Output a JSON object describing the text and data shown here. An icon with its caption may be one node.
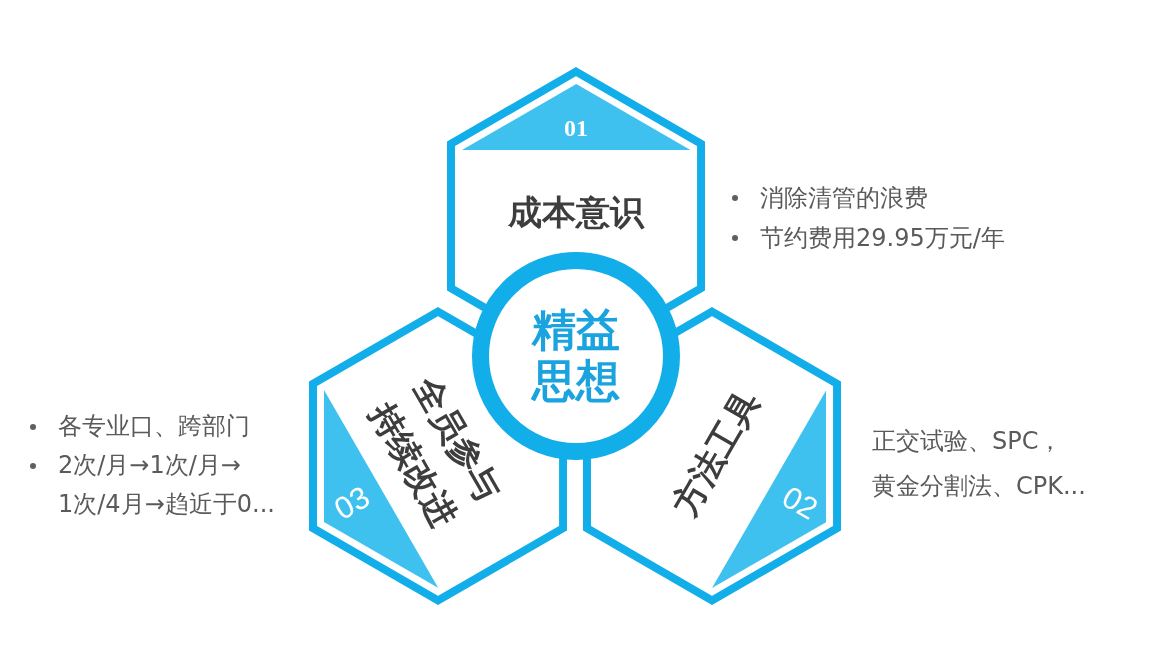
{
  "diagram": {
    "nodes": [
      {
        "text": [
          "成本意识"
        ],
        "beside": [
          "消除清管的浪费",
          "节约费用29.95万元/年"
        ]
      },
      {
        "text": [
          "01"
        ],
        "in": 0
      },
      {
        "text": [
          "精益思想"
        ]
      },
      {
        "text": [
          "全员参与",
          "持续改进"
        ],
        "beside": [
          "各专业口、跨部门",
          "2次/月→1次/月→1次/4月→趋近于0..."
        ]
      },
      {
        "text": [
          "03"
        ],
        "in": 3
      },
      {
        "text": [
          "方法工具"
        ],
        "beside": [
          "正交试验、SPC，黄金分割法、CPK..."
        ]
      },
      {
        "text": [
          "02"
        ],
        "in": 5
      }
    ]
  }
}
